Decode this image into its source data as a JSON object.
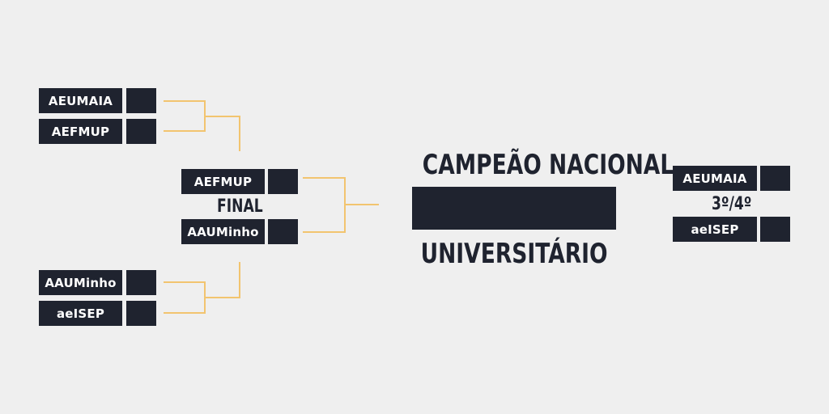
{
  "semifinal_top": {
    "team1": "AEUMAIA",
    "team2": "AEFMUP"
  },
  "semifinal_bottom": {
    "team1": "AAUMinho",
    "team2": "aeISEP"
  },
  "final": {
    "label": "FINAL",
    "team1": "AEFMUP",
    "team2": "AAUMinho"
  },
  "champion": {
    "title_line1": "CAMPEÃO NACIONAL",
    "title_line2": "UNIVERSITÁRIO"
  },
  "third_place": {
    "label": "3º/4º",
    "team1": "AEUMAIA",
    "team2": "aeISEP"
  },
  "colors": {
    "background": "#efefef",
    "box": "#1f232f",
    "text_on_box": "#ffffff",
    "connector": "#f2c46f"
  }
}
